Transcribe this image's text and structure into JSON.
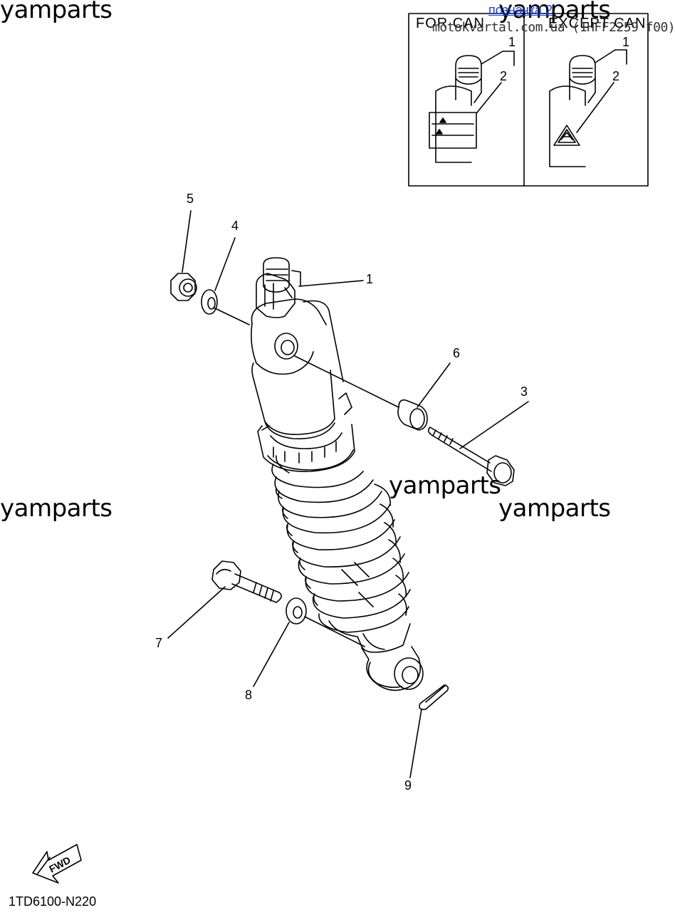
{
  "watermarks": [
    "yamparts",
    "yamparts",
    "yamparts",
    "yamparts",
    "yamparts"
  ],
  "overlay": {
    "bookmark_link": "позначка 2",
    "site_code": "motokvartal.com.ua (1HFF2259 f00)"
  },
  "inset": {
    "left_heading": "FOR CAN",
    "right_heading": "EXCEPT CAN",
    "left_callouts": [
      "1",
      "2"
    ],
    "right_callouts": [
      "1",
      "2"
    ]
  },
  "callouts": {
    "c1": "1",
    "c2": "2",
    "c3": "3",
    "c4": "4",
    "c5": "5",
    "c6": "6",
    "c7": "7",
    "c8": "8",
    "c9": "9"
  },
  "fwd_label": "FWD",
  "diagram_code": "1TD6100-N220"
}
